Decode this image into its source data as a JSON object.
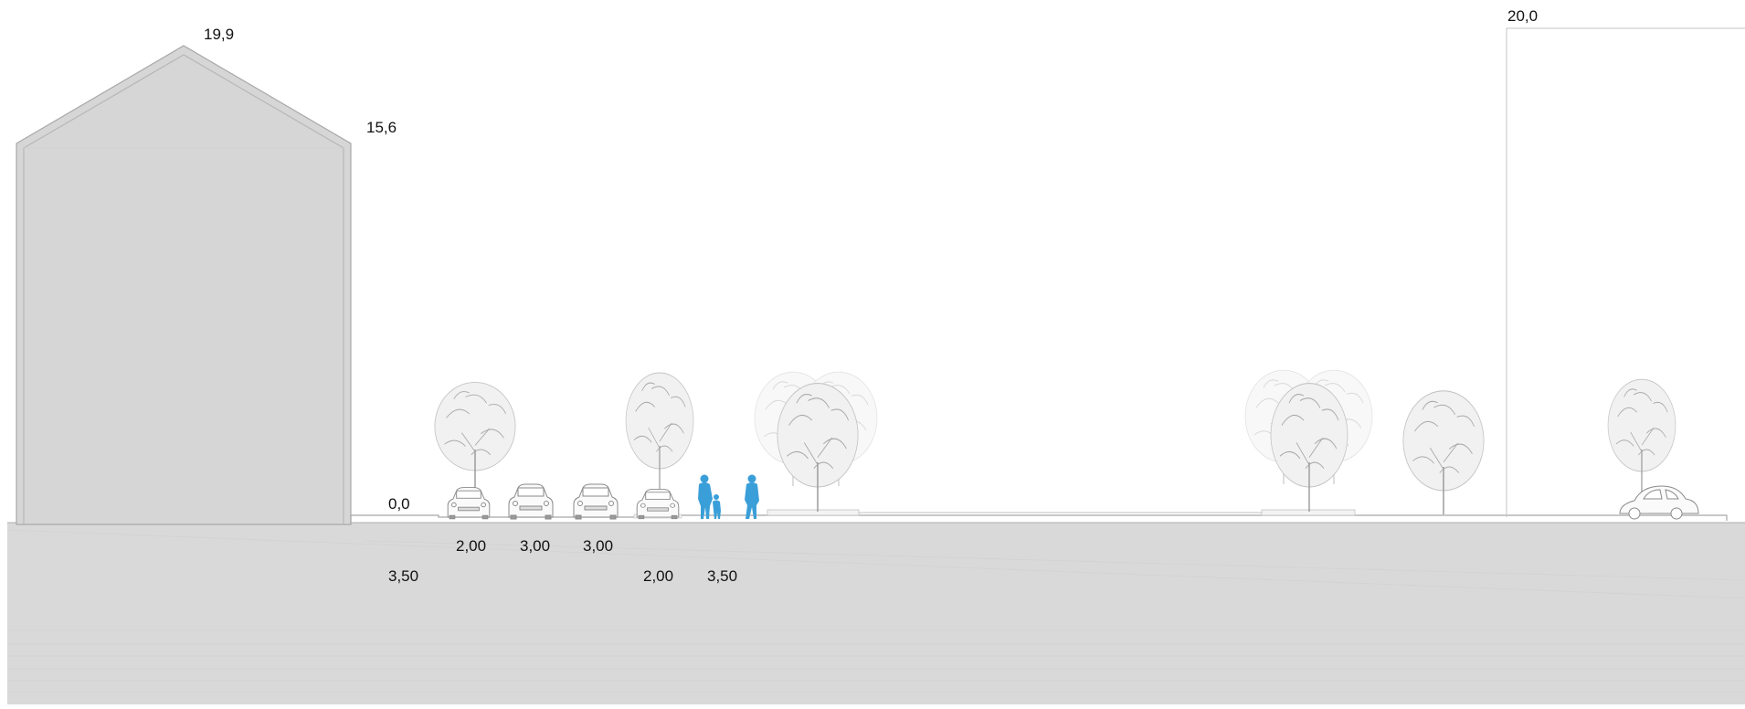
{
  "section": {
    "elevation_labels": {
      "left_building_ridge": "19,9",
      "left_building_eave": "15,6",
      "ground": "0,0",
      "right_building_top": "20,0"
    },
    "widths_row1": [
      "2,00",
      "3,00",
      "3,00"
    ],
    "widths_row2": [
      "3,50",
      "2,00",
      "3,50"
    ]
  },
  "colors": {
    "ground": "#d9d9d9",
    "building_fill": "#d6d6d6",
    "building_outline": "#b9b9b9",
    "people": "#3a9fd8",
    "line": "#b8b8b8"
  },
  "icons": [
    "tree-icon",
    "car-icon",
    "people-icon"
  ]
}
